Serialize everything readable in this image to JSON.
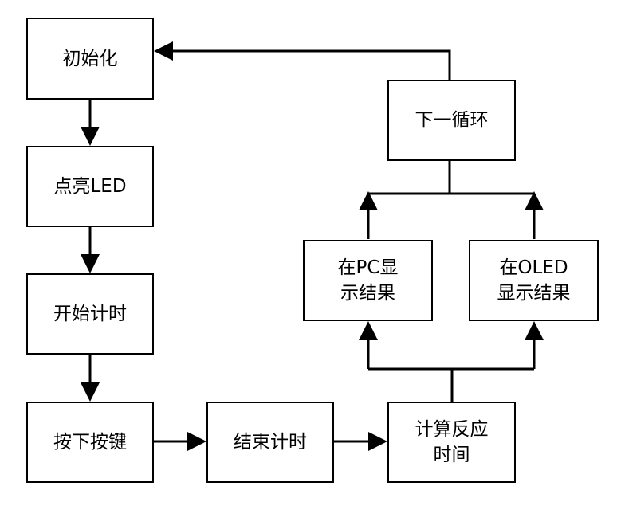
{
  "nodes": {
    "init": {
      "label": "初始化"
    },
    "led_on": {
      "label": "点亮LED"
    },
    "start_timer": {
      "label": "开始计时"
    },
    "press_key": {
      "label": "按下按键"
    },
    "stop_timer": {
      "label": "结束计时"
    },
    "calc_reaction": {
      "lines": [
        "计算反应",
        "时间"
      ]
    },
    "show_pc": {
      "lines": [
        "在PC显",
        "示结果"
      ]
    },
    "show_oled": {
      "lines": [
        "在OLED",
        "显示结果"
      ]
    },
    "next_loop": {
      "label": "下一循环"
    }
  },
  "edges": [
    {
      "from": "init",
      "to": "led_on"
    },
    {
      "from": "led_on",
      "to": "start_timer"
    },
    {
      "from": "start_timer",
      "to": "press_key"
    },
    {
      "from": "press_key",
      "to": "stop_timer"
    },
    {
      "from": "stop_timer",
      "to": "calc_reaction"
    },
    {
      "from": "calc_reaction",
      "to": "show_pc"
    },
    {
      "from": "calc_reaction",
      "to": "show_oled"
    },
    {
      "from": "show_pc",
      "to": "next_loop"
    },
    {
      "from": "show_oled",
      "to": "next_loop"
    },
    {
      "from": "next_loop",
      "to": "init"
    }
  ],
  "colors": {
    "stroke": "#000000",
    "fill": "#ffffff",
    "text": "#000000"
  }
}
